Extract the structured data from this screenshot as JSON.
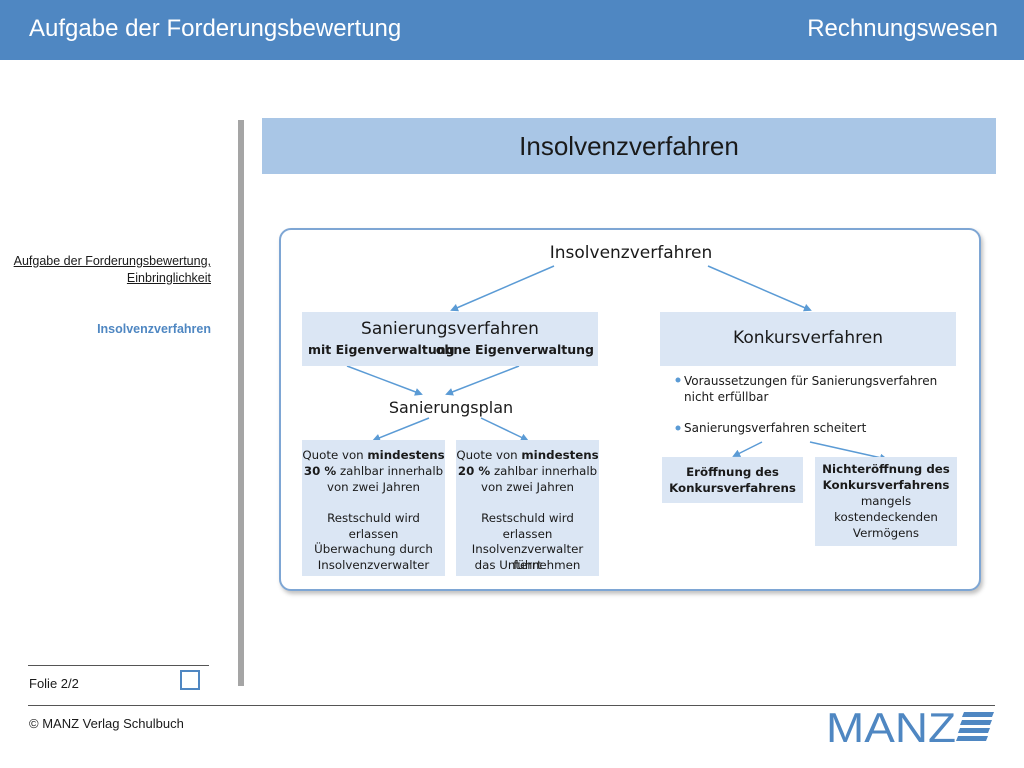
{
  "header": {
    "title": "Aufgabe der Forderungsbewertung",
    "subject": "Rechnungswesen"
  },
  "sidebar": {
    "link": "Aufgabe der Forderungsbewertung, Einbringlichkeit",
    "active": "Insolvenzverfahren"
  },
  "slide": {
    "title": "Insolvenzverfahren"
  },
  "diagram": {
    "root": "Insolvenzverfahren",
    "sanierung": {
      "title": "Sanierungsverfahren",
      "option_left": "mit Eigenverwaltung",
      "option_right": "ohne Eigenverwaltung",
      "plan": "Sanierungsplan",
      "box_left": {
        "quote_1": "Quote von ",
        "quote_bold": "mindestens",
        "percent": "30 %",
        "quote_2": " zahlbar innerhalb",
        "quote_3": "von zwei Jahren",
        "restschuld": "Restschuld wird erlassen",
        "last_1": "Überwachung durch",
        "last_2": "Insolvenzverwalter"
      },
      "box_right": {
        "quote_1": "Quote von ",
        "quote_bold": "mindestens",
        "percent": "20 %",
        "quote_2": " zahlbar innerhalb",
        "quote_3": "von zwei Jahren",
        "restschuld": "Restschuld wird erlassen",
        "last_1": "Insolvenzverwalter führt",
        "last_2": "das Unternehmen"
      }
    },
    "konkurs": {
      "title": "Konkursverfahren",
      "bullet_1a": "Voraussetzungen für Sanierungsverfahren",
      "bullet_1b": "nicht erfüllbar",
      "bullet_2": "Sanierungsverfahren scheitert",
      "eroeffnung_1": "Eröffnung des",
      "eroeffnung_2": "Konkursverfahrens",
      "nicht_1": "Nichteröffnung des",
      "nicht_2": "Konkursverfahrens",
      "nicht_3": "mangels",
      "nicht_4": "kostendeckenden",
      "nicht_5": "Vermögens"
    }
  },
  "footer": {
    "slide": "Folie 2/2",
    "copyright": "© MANZ Verlag Schulbuch",
    "logo": "MANZ"
  },
  "icons": {
    "nav": "square-nav-icon",
    "logo_mark": "manz-logo-mark"
  },
  "colors": {
    "header": "#4f87c2",
    "title_bg": "#a9c6e6",
    "box_bg": "#dbe6f4",
    "arrow": "#5b9bd5"
  }
}
